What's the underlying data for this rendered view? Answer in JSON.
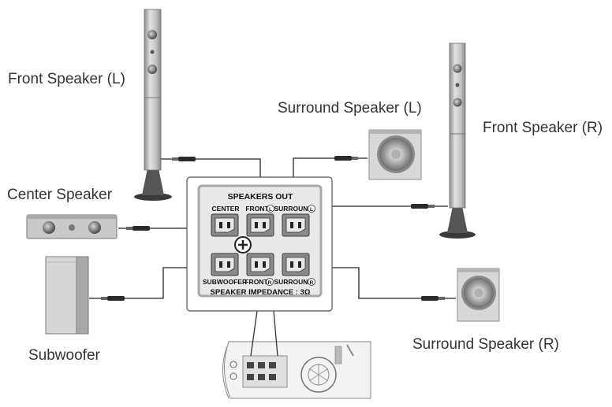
{
  "labels": {
    "front_left": "Front Speaker (L)",
    "front_right": "Front Speaker (R)",
    "surround_left": "Surround Speaker (L)",
    "surround_right": "Surround Speaker (R)",
    "center": "Center Speaker",
    "subwoofer": "Subwoofer"
  },
  "panel": {
    "title": "SPEAKERS OUT",
    "impedance": "SPEAKER IMPEDANCE : 3Ω",
    "terminals": {
      "center": "CENTER",
      "front_l": "FRONT",
      "surround_l": "SURROUND",
      "subwoofer": "SUBWOOFER",
      "front_r": "FRONT",
      "surround_r": "SURROUND"
    },
    "side_marks": {
      "left": "L",
      "right": "R"
    }
  },
  "colors": {
    "cable": "#222222",
    "panel_fill": "#e6e6e6",
    "panel_border": "#aaaaaa",
    "speaker_body": "#cfcfcf",
    "speaker_shade": "#9a9a9a",
    "driver": "#6a6a6a"
  }
}
